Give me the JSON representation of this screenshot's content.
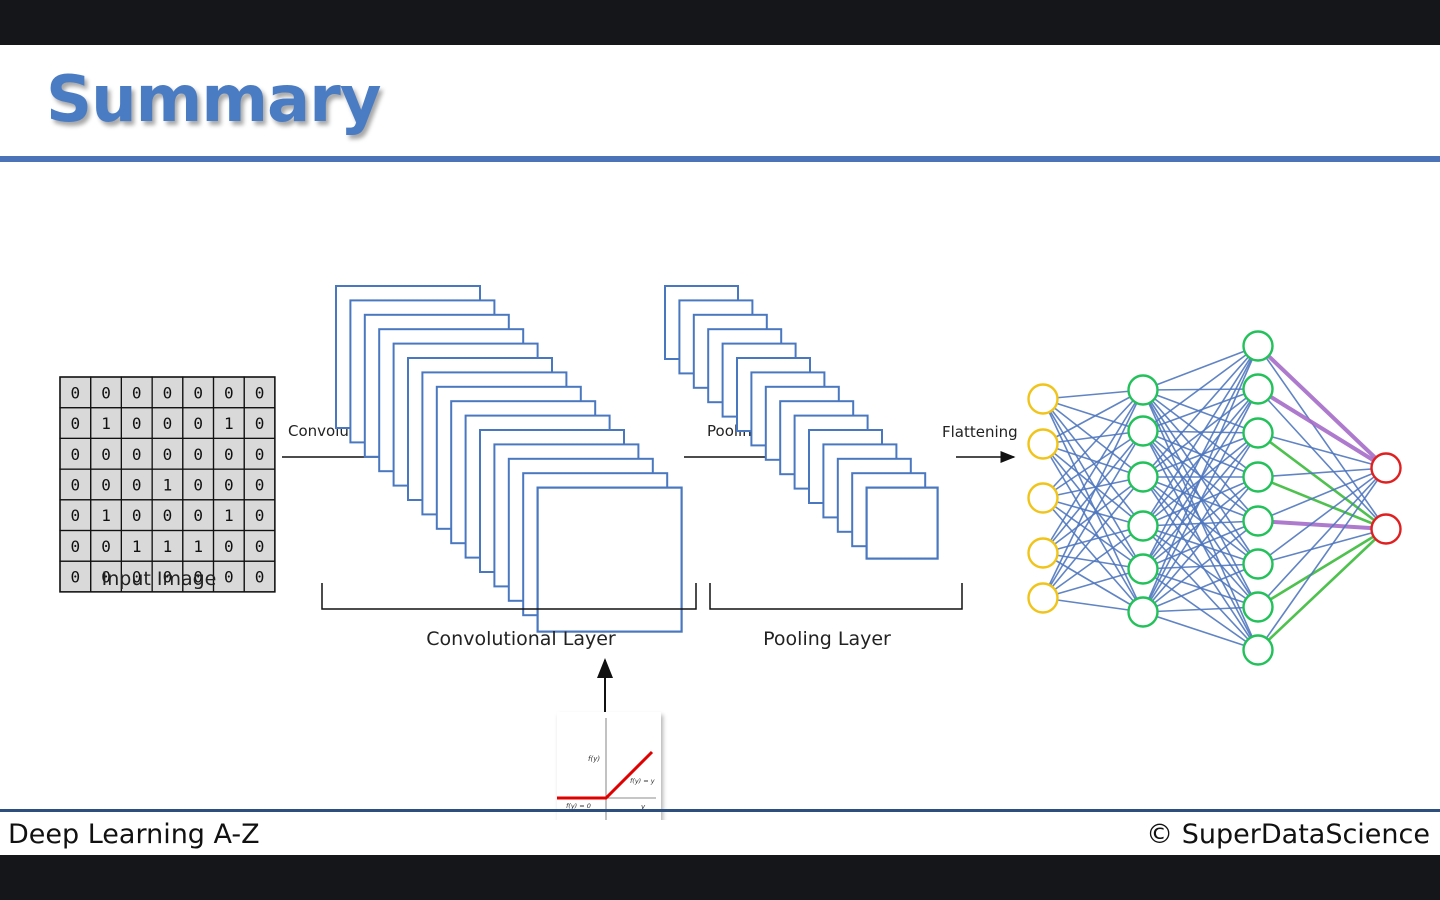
{
  "title": "Summary",
  "input_image": {
    "label": "Input Image",
    "grid": [
      [
        0,
        0,
        0,
        0,
        0,
        0,
        0
      ],
      [
        0,
        1,
        0,
        0,
        0,
        1,
        0
      ],
      [
        0,
        0,
        0,
        0,
        0,
        0,
        0
      ],
      [
        0,
        0,
        0,
        1,
        0,
        0,
        0
      ],
      [
        0,
        1,
        0,
        0,
        0,
        1,
        0
      ],
      [
        0,
        0,
        1,
        1,
        1,
        0,
        0
      ],
      [
        0,
        0,
        0,
        0,
        0,
        0,
        0
      ]
    ]
  },
  "steps": {
    "convolution": "Convolution",
    "pooling": "Pooling",
    "flattening": "Flattening"
  },
  "layers": {
    "convolutional": "Convolutional Layer",
    "pooling": "Pooling Layer"
  },
  "relu": {
    "y_axis": "f(y)",
    "positive": "f(y) = y",
    "zero": "f(y) = 0",
    "x_axis": "y"
  },
  "network": {
    "layer_sizes": [
      5,
      6,
      8,
      2
    ],
    "colors": {
      "input": "#f0c419",
      "hidden": "#22c15a",
      "output": "#e02020",
      "edge": "#4f77be",
      "highlight_purple": "#a56cc8",
      "highlight_green": "#3cba3c"
    }
  },
  "colors": {
    "title": "#4a7cc4",
    "frame_stroke": "#4a78c0",
    "relu_line": "#e00000"
  },
  "footer": {
    "left": "Deep Learning A-Z",
    "right": "© SuperDataScience"
  }
}
